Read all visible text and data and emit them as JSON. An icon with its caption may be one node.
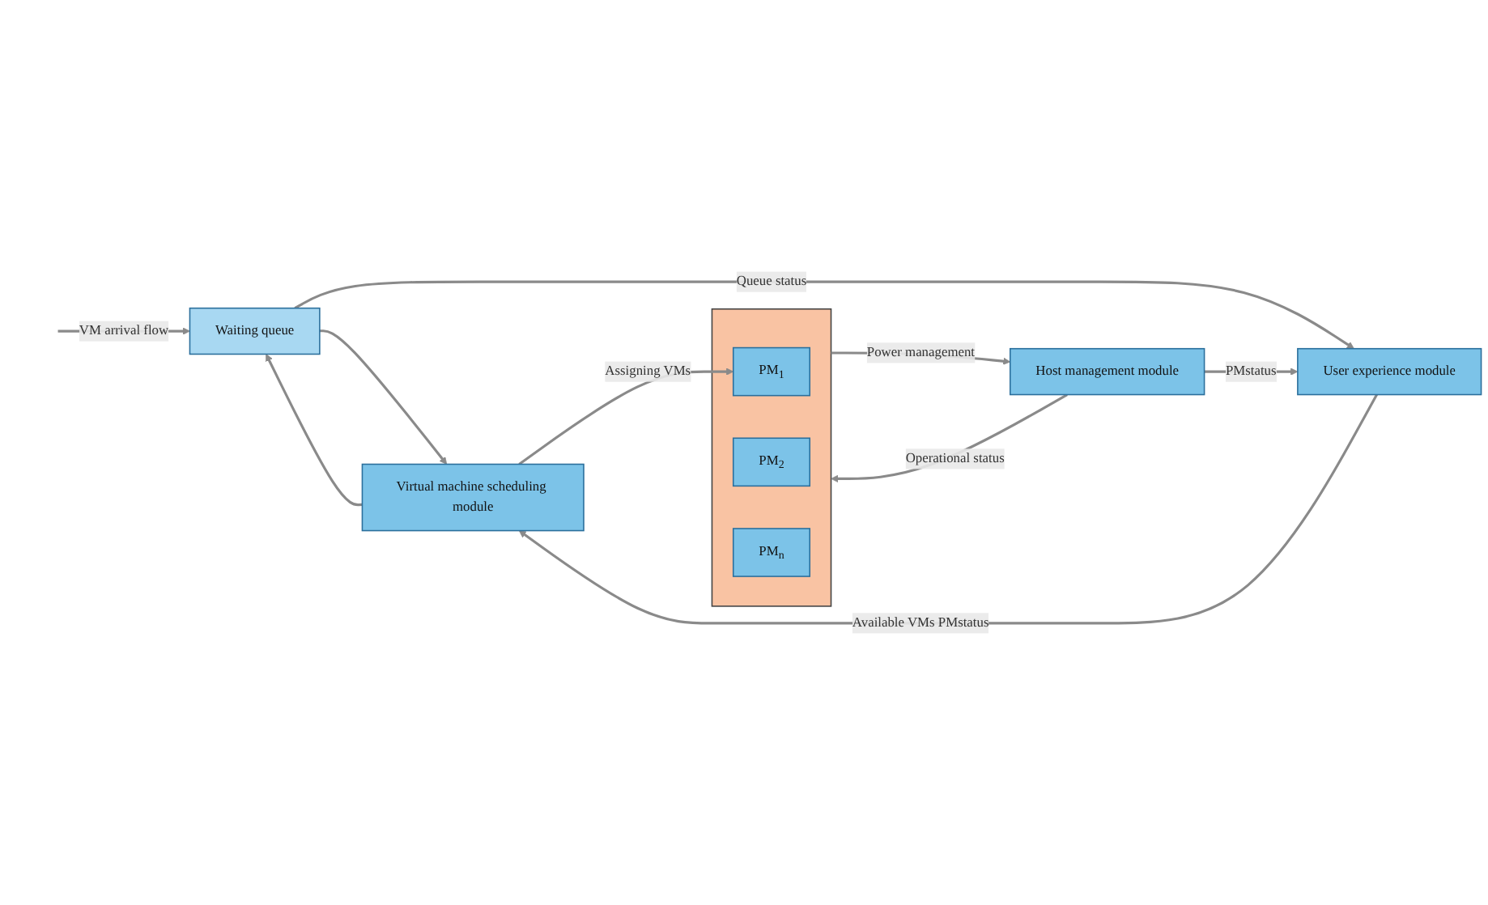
{
  "diagram": {
    "nodes": [
      {
        "text": [
          "Waiting queue"
        ]
      },
      {
        "text": [
          "Virtual machine scheduling module"
        ]
      },
      {
        "text": [
          "User experience module"
        ]
      },
      {
        "text": [
          "Host management module"
        ]
      },
      {
        "text": [],
        "shape": "box"
      },
      {
        "text": [
          "PM$_{1}$"
        ],
        "in": 4
      },
      {
        "text": [
          "PM$_{2}$"
        ],
        "in": 4
      },
      {
        "text": [
          "PM$_{n}$"
        ],
        "in": 4
      }
    ],
    "edges": [
      {
        "from": null,
        "to": 0,
        "arrow": "to",
        "label": "VM arrival flow"
      },
      {
        "from": 1,
        "to": 0,
        "arrow": "to"
      },
      {
        "from": 0,
        "to": 1,
        "arrow": "to"
      },
      {
        "from": 0,
        "to": 2,
        "arrow": "to",
        "label": "Queue status"
      },
      {
        "from": 2,
        "to": 1,
        "arrow": "to",
        "label": "Available VMs PMstatus"
      },
      {
        "from": 1,
        "to": 5,
        "arrow": "to",
        "label": "Assigning VMs"
      },
      {
        "from": 3,
        "to": 2,
        "arrow": "to",
        "label": "PMstatus"
      },
      {
        "from": 4,
        "to": 3,
        "arrow": "to",
        "label": "Power management"
      },
      {
        "from": 3,
        "to": 4,
        "arrow": "to",
        "label": "Operational status"
      }
    ]
  }
}
